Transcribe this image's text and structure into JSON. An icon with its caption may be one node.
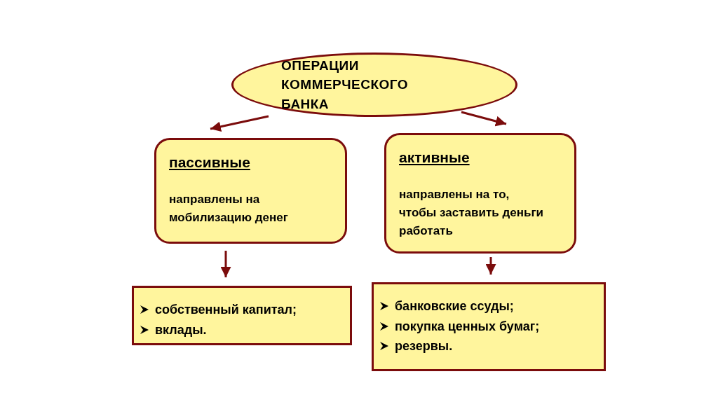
{
  "diagram": {
    "nodes": [
      {
        "text": [
          "ОПЕРАЦИИ КОММЕРЧЕСКОГО БАНКА"
        ]
      },
      {
        "text": [
          "пассивные",
          "направлены на мобилизацию денег"
        ]
      },
      {
        "text": [
          "активные",
          "направлены на то, чтобы заставить деньги работать"
        ]
      },
      {
        "text": [
          "собственный капитал;",
          "вклады."
        ]
      },
      {
        "text": [
          "банковские ссуды;",
          "покупка ценных бумаг;",
          "резервы."
        ]
      }
    ],
    "edges": [
      {
        "from": 0,
        "to": 1,
        "arrow": "to"
      },
      {
        "from": 0,
        "to": 2,
        "arrow": "to"
      },
      {
        "from": 1,
        "to": 3,
        "arrow": "to"
      },
      {
        "from": 2,
        "to": 4,
        "arrow": "to"
      }
    ]
  }
}
